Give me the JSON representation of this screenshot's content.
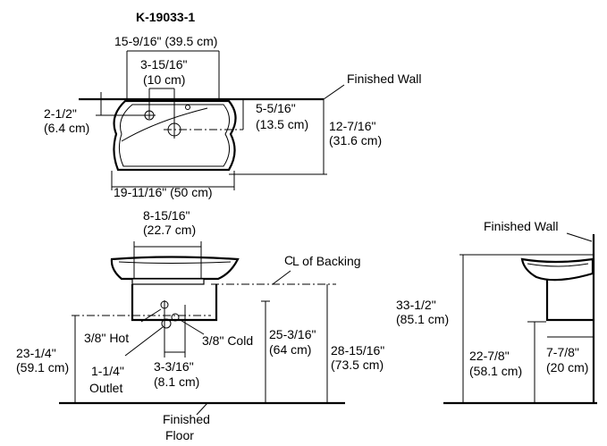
{
  "title": "K-19033-1",
  "top_view": {
    "overall_width": "15-9/16\" (39.5 cm)",
    "faucet_spacing_in": "3-15/16\"",
    "faucet_spacing_cm": "(10 cm)",
    "finished_wall": "Finished Wall",
    "side_offset_in": "2-1/2\"",
    "side_offset_cm": "(6.4 cm)",
    "drain_depth_in": "5-5/16\"",
    "drain_depth_cm": "(13.5 cm)",
    "overall_depth_in": "12-7/16\"",
    "overall_depth_cm": "(31.6 cm)",
    "bowl_width": "19-11/16\" (50 cm)"
  },
  "front_view": {
    "center_width_in": "8-15/16\"",
    "center_width_cm": "(22.7 cm)",
    "backing_symbol": "C",
    "backing_label": "L of Backing",
    "hot": "3/8\" Hot",
    "cold": "3/8\" Cold",
    "supply_height_in": "23-1/4\"",
    "supply_height_cm": "(59.1 cm)",
    "outlet_size": "1-1/4\"",
    "outlet_label": "Outlet",
    "supply_spacing_in": "3-3/16\"",
    "supply_spacing_cm": "(8.1 cm)",
    "backing_height_in": "25-3/16\"",
    "backing_height_cm": "(64 cm)",
    "rim_height_in": "28-15/16\"",
    "rim_height_cm": "(73.5 cm)",
    "finished_floor_1": "Finished",
    "finished_floor_2": "Floor"
  },
  "side_view": {
    "finished_wall": "Finished Wall",
    "total_height_in": "33-1/2\"",
    "total_height_cm": "(85.1 cm)",
    "outlet_height_in": "22-7/8\"",
    "outlet_height_cm": "(58.1 cm)",
    "projection_in": "7-7/8\"",
    "projection_cm": "(20 cm)"
  }
}
